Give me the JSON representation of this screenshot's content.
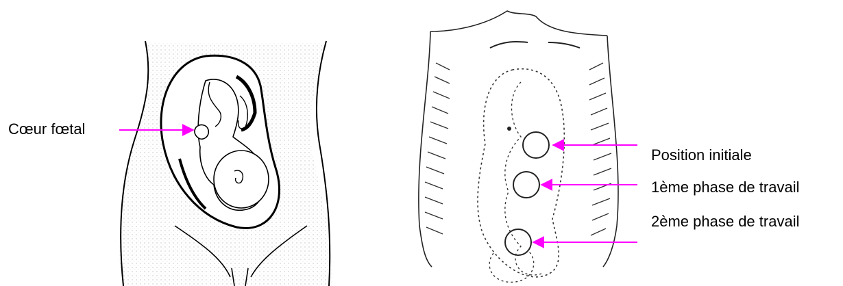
{
  "left_figure": {
    "heart_label": "Cœur fœtal"
  },
  "right_figure": {
    "positions": [
      {
        "label": "Position initiale"
      },
      {
        "label": "1ème phase de travail"
      },
      {
        "label": "2ème phase de travail"
      }
    ]
  },
  "colors": {
    "arrow": "#ff00ff",
    "line": "#000000",
    "stipple": "#9a9a9a"
  }
}
